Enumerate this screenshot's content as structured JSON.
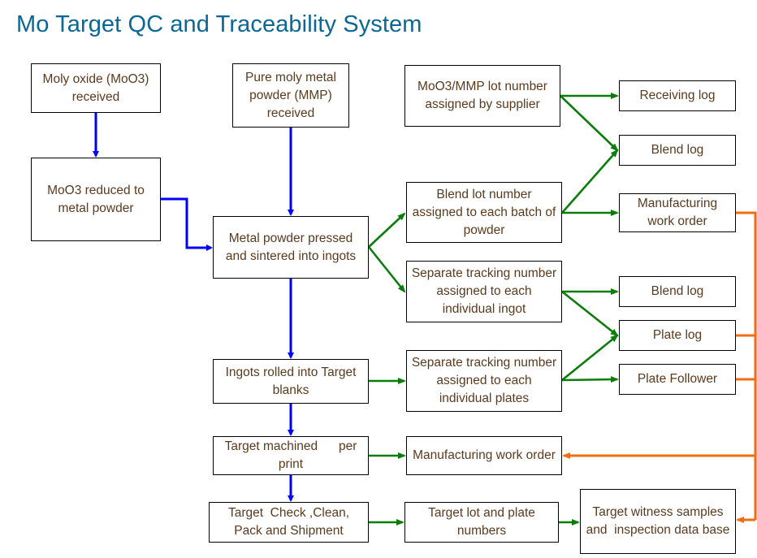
{
  "title": "Mo Target QC and Traceability System",
  "colors": {
    "title": "#0b6796",
    "process_flow": "#0000ff",
    "traceability_flow": "#0a7d0a",
    "feedback_flow": "#f26d12",
    "box_text": "#5b3a1e"
  },
  "process_steps": [
    {
      "id": "moly-oxide-received",
      "label": "Moly oxide (MoO3) received"
    },
    {
      "id": "moo3-reduced",
      "label": "MoO3 reduced to metal powder"
    },
    {
      "id": "mmp-received",
      "label": "Pure moly metal powder (MMP) received"
    },
    {
      "id": "pressed-sintered",
      "label": "Metal powder pressed and sintered into ingots"
    },
    {
      "id": "ingots-rolled",
      "label": "Ingots rolled into Target blanks"
    },
    {
      "id": "target-machined",
      "label": "Target machined      per print"
    },
    {
      "id": "target-check",
      "label": "Target  Check ,Clean, Pack and Shipment"
    }
  ],
  "tracking_steps": [
    {
      "id": "supplier-lot",
      "label": "MoO3/MMP lot number assigned by supplier"
    },
    {
      "id": "blend-lot",
      "label": "Blend lot number assigned to each batch of powder"
    },
    {
      "id": "ingot-tracking",
      "label": "Separate tracking number assigned to each individual ingot"
    },
    {
      "id": "plate-tracking",
      "label": "Separate tracking number assigned to each individual plates"
    },
    {
      "id": "mfg-work-order-main",
      "label": "Manufacturing work order"
    },
    {
      "id": "target-lot-plate",
      "label": "Target lot and plate numbers"
    }
  ],
  "records": [
    {
      "id": "receiving-log",
      "label": "Receiving log"
    },
    {
      "id": "blend-log-1",
      "label": "Blend log"
    },
    {
      "id": "mfg-work-order",
      "label": "Manufacturing work order"
    },
    {
      "id": "blend-log-2",
      "label": "Blend log"
    },
    {
      "id": "plate-log",
      "label": "Plate log"
    },
    {
      "id": "plate-follower",
      "label": "Plate Follower"
    },
    {
      "id": "witness-db",
      "label": "Target witness samples and  inspection data base"
    }
  ]
}
